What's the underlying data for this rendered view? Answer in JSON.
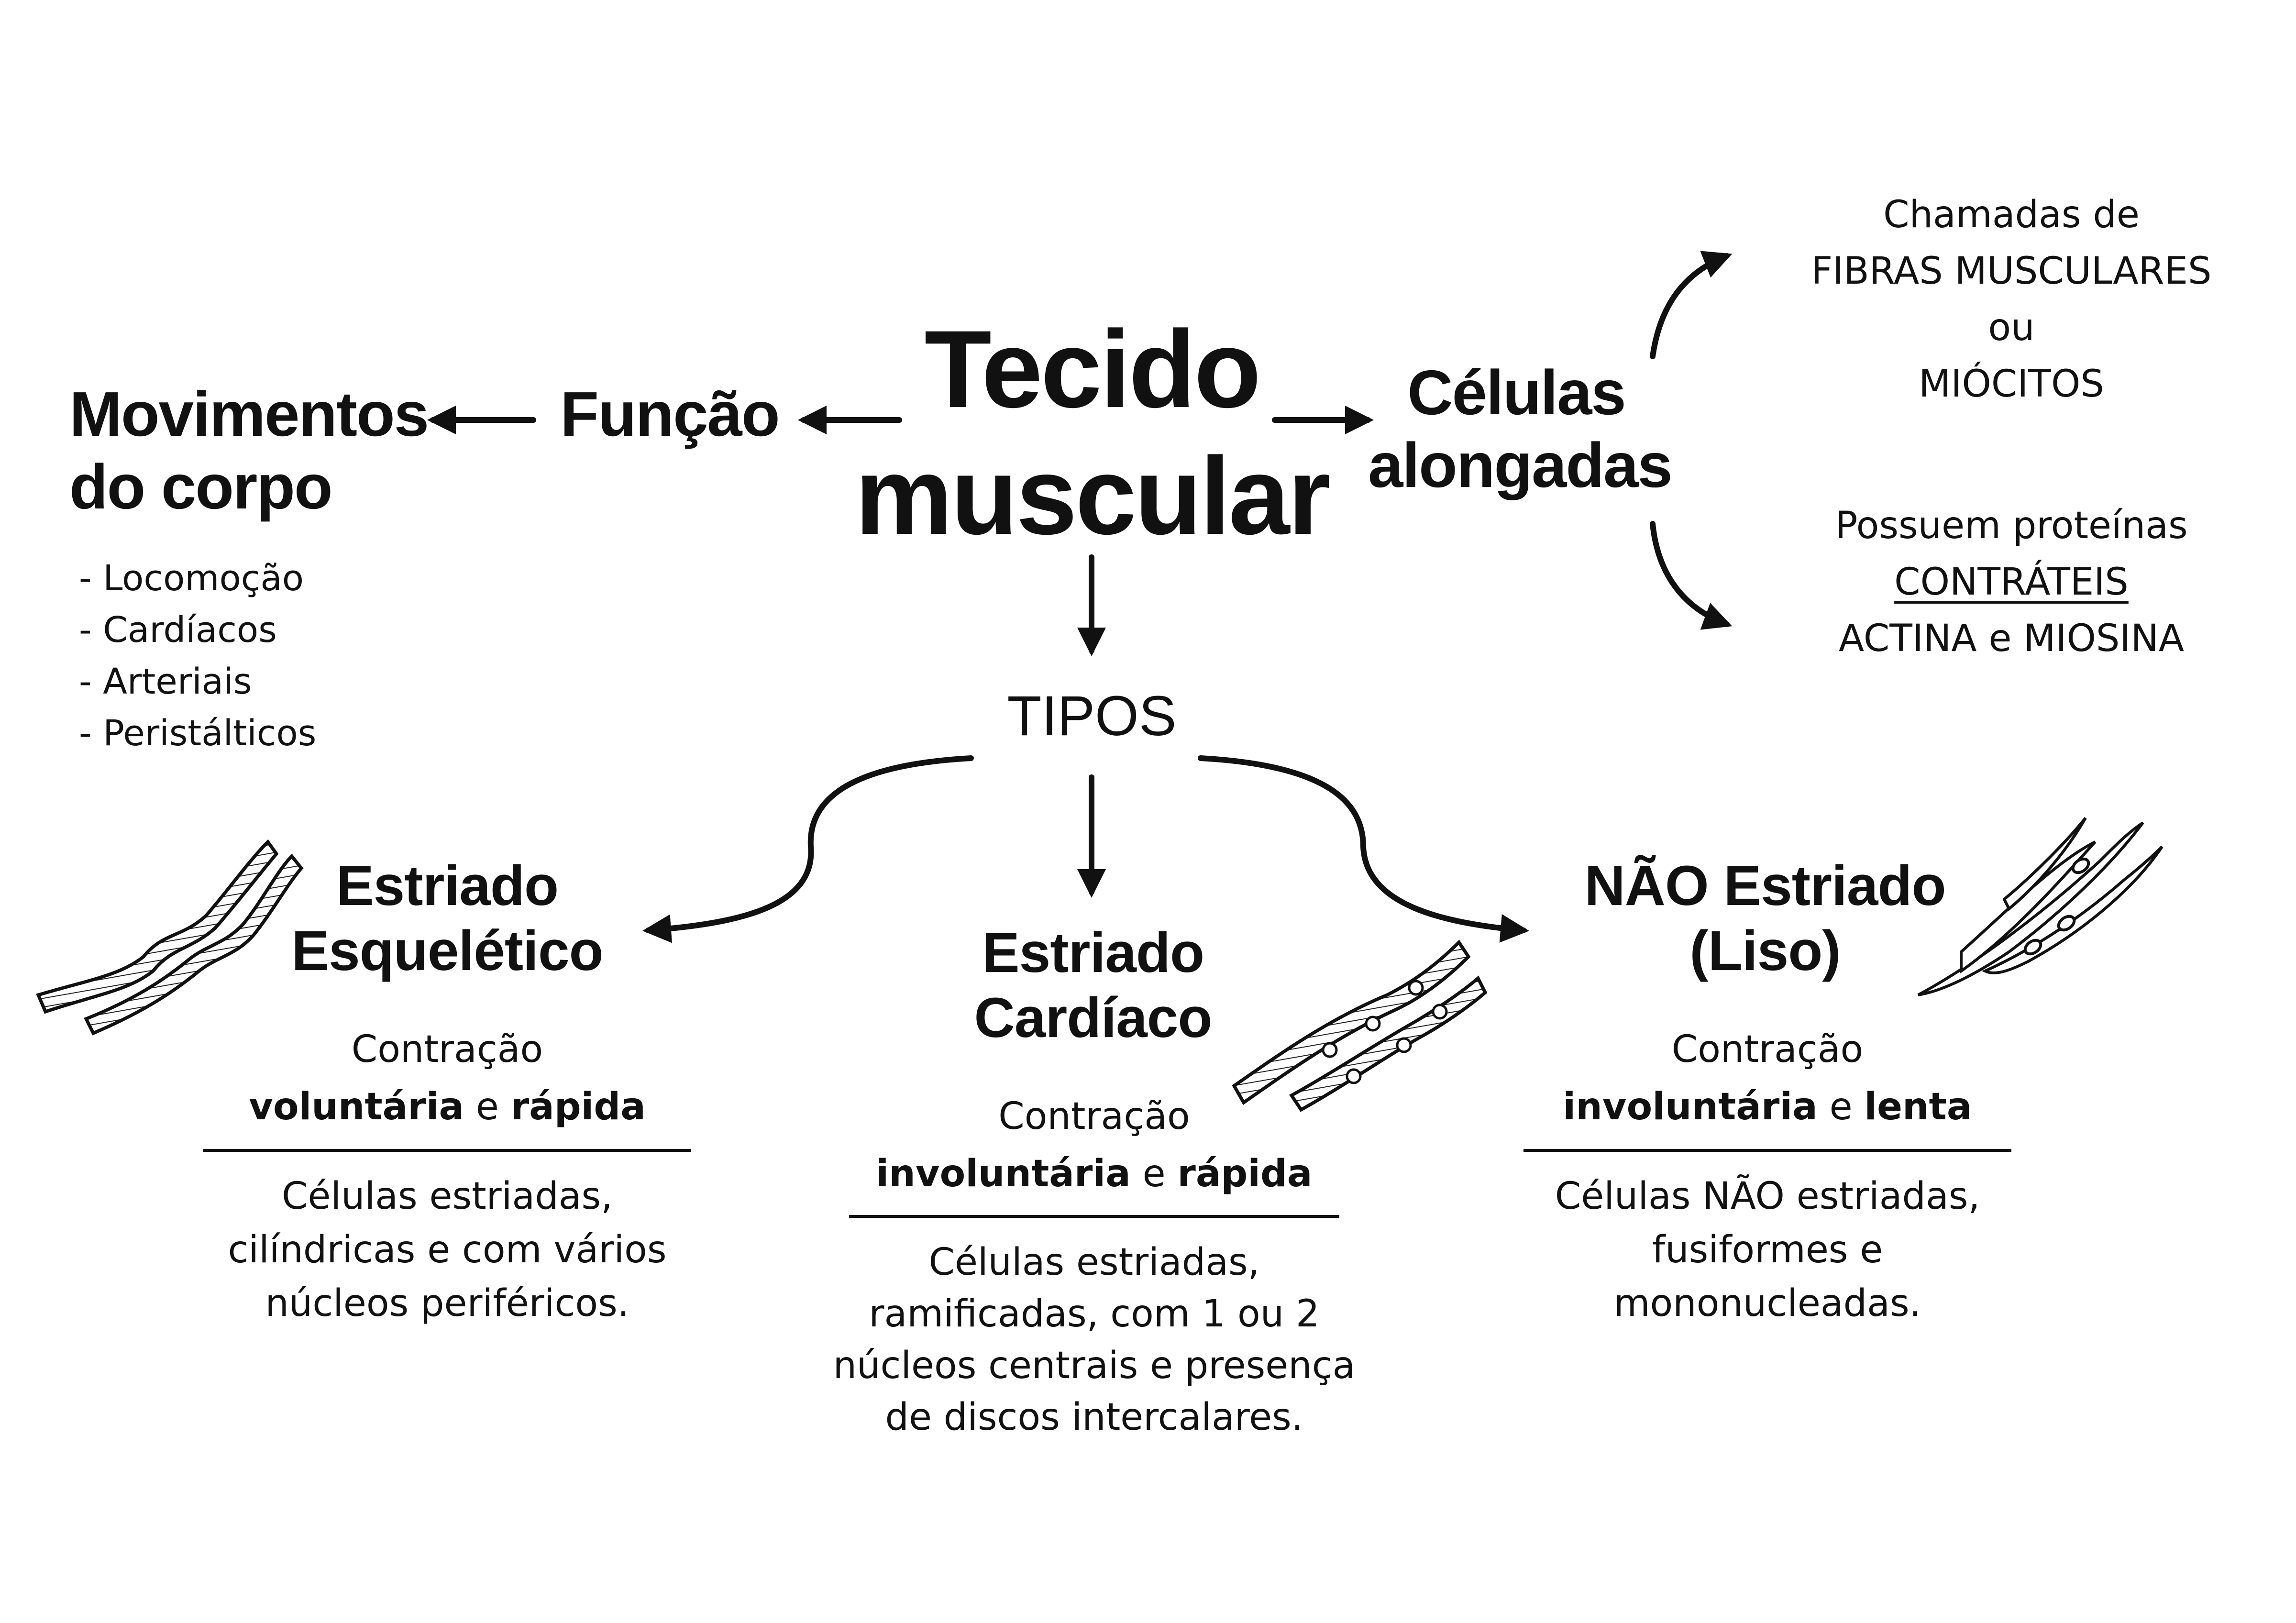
{
  "center": {
    "line1": "Tecido",
    "line2": "muscular"
  },
  "funcao": "Função",
  "movimentos": {
    "line1": "Movimentos",
    "line2": "do corpo",
    "items": [
      "- Locomoção",
      "- Cardíacos",
      "- Arteriais",
      "- Peristálticos"
    ]
  },
  "celulas": {
    "line1": "Células",
    "line2": "alongadas"
  },
  "fibras": {
    "line1": "Chamadas de",
    "line2": "FIBRAS MUSCULARES",
    "line3": "ou",
    "line4": "MIÓCITOS"
  },
  "proteinas": {
    "line1": "Possuem proteínas",
    "line2": "CONTRÁTEIS",
    "line3": "ACTINA e MIOSINA"
  },
  "tipos": "TIPOS",
  "esqueletico": {
    "title1": "Estriado",
    "title2": "Esquelético",
    "contracao": "Contração",
    "type_a": "voluntária",
    "conj": "e",
    "type_b": "rápida",
    "desc": [
      "Células estriadas,",
      "cilíndricas e com vários",
      "núcleos periféricos."
    ]
  },
  "cardiaco": {
    "title1": "Estriado",
    "title2": "Cardíaco",
    "contracao": "Contração",
    "type_a": "involuntária",
    "conj": "e",
    "type_b": "rápida",
    "desc": [
      "Células estriadas,",
      "ramificadas, com 1 ou 2",
      "núcleos centrais e presença",
      "de discos intercalares."
    ]
  },
  "liso": {
    "title1": "NÃO Estriado",
    "title2": "(Liso)",
    "contracao": "Contração",
    "type_a": "involuntária",
    "conj": "e",
    "type_b": "lenta",
    "desc": [
      "Células NÃO estriadas,",
      "fusiformes e",
      "mononucleadas."
    ]
  }
}
